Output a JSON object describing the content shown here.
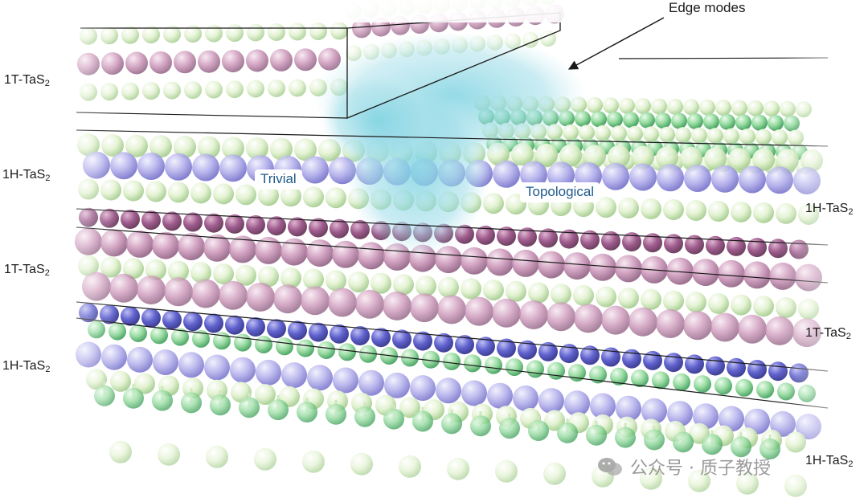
{
  "labels": {
    "left_1": {
      "base": "1T-TaS",
      "sub": "2"
    },
    "left_2": {
      "base": "1H-TaS",
      "sub": "2"
    },
    "left_3": {
      "base": "1T-TaS",
      "sub": "2"
    },
    "left_4": {
      "base": "1H-TaS",
      "sub": "2"
    },
    "right_1": {
      "base": "1H-TaS",
      "sub": "2"
    },
    "right_2": {
      "base": "1T-TaS",
      "sub": "2"
    },
    "right_3": {
      "base": "1H-TaS",
      "sub": "2"
    }
  },
  "tags": {
    "trivial": "Trivial",
    "topological": "Topological"
  },
  "annotation": {
    "edge_modes": "Edge modes"
  },
  "watermark": {
    "text": "公众号 · 质子教授",
    "icon": "wechat-icon"
  },
  "colors": {
    "pale_green": "#dcefc8",
    "green": "#7fcf8f",
    "dark_green": "#3fae6a",
    "lavender": "#a9a6e6",
    "blue": "#4d4fc8",
    "pink": "#c98fb4",
    "magenta": "#8e3f7a",
    "edge_glow": "#8fd6e3",
    "label_blue": "#1f5a8a"
  }
}
